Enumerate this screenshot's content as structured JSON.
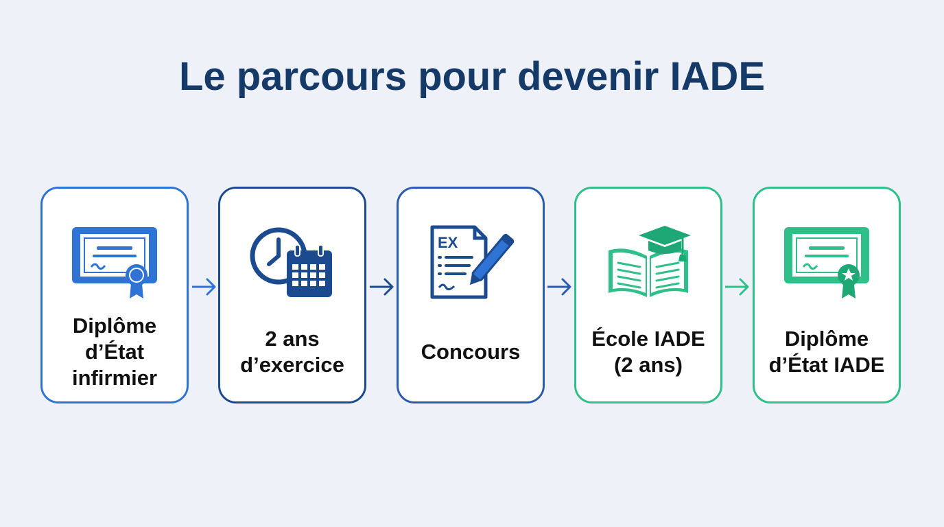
{
  "title": "Le parcours pour devenir IADE",
  "steps": [
    {
      "label": "Diplôme\nd’État\ninfirmier",
      "icon": "diploma-icon",
      "color": "#2f73d4"
    },
    {
      "label": "2 ans\nd’exercice",
      "icon": "clock-calendar-icon",
      "color": "#1b4a8f"
    },
    {
      "label": "Concours",
      "icon": "exam-icon",
      "color": "#2a5cae"
    },
    {
      "label": "École IADE\n(2 ans)",
      "icon": "graduation-book-icon",
      "color": "#2fbf88"
    },
    {
      "label": "Diplôme\nd’État IADE",
      "icon": "diploma-star-icon",
      "color": "#2fbf88"
    }
  ],
  "icon_text": {
    "exam": "EX"
  },
  "colors": {
    "background": "#eef2f8",
    "title": "#163a68",
    "blue": "#2f73d4",
    "navy": "#1b4a8f",
    "green": "#2fbf88",
    "dark_green": "#1ea876"
  }
}
